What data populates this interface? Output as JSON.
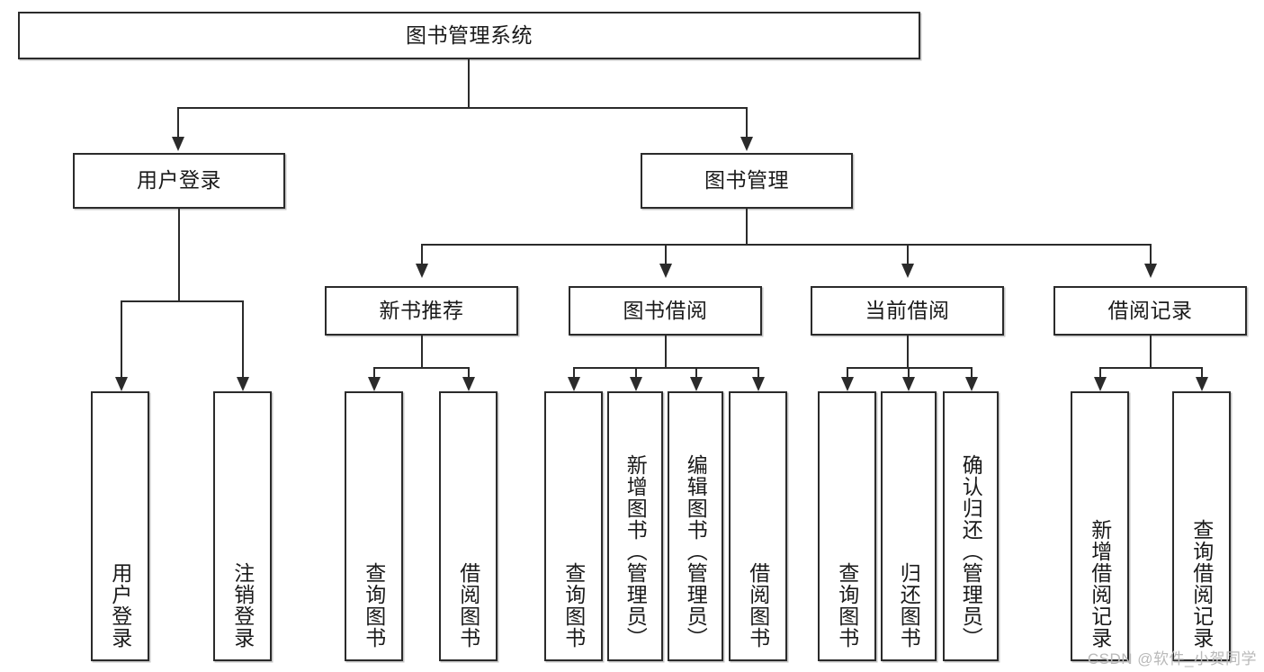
{
  "diagram": {
    "type": "tree",
    "title": "图书管理系统",
    "root": {
      "label": "图书管理系统"
    },
    "level1": [
      {
        "label": "用户登录"
      },
      {
        "label": "图书管理"
      }
    ],
    "level2": [
      {
        "label": "新书推荐"
      },
      {
        "label": "图书借阅"
      },
      {
        "label": "当前借阅"
      },
      {
        "label": "借阅记录"
      }
    ],
    "leaves": {
      "user_login": [
        {
          "label": "用户登录"
        },
        {
          "label": "注销登录"
        }
      ],
      "new_book_recommend": [
        {
          "label": "查询图书"
        },
        {
          "label": "借阅图书"
        }
      ],
      "book_borrow": [
        {
          "label": "查询图书"
        },
        {
          "label": "新增图书（管理员）"
        },
        {
          "label": "编辑图书（管理员）"
        },
        {
          "label": "借阅图书"
        }
      ],
      "current_borrow": [
        {
          "label": "查询图书"
        },
        {
          "label": "归还图书"
        },
        {
          "label": "确认归还（管理员）"
        }
      ],
      "borrow_record": [
        {
          "label": "新增借阅记录"
        },
        {
          "label": "查询借阅记录"
        }
      ]
    }
  },
  "watermark": {
    "text": "CSDN @软件_小贺同学"
  },
  "colors": {
    "border": "#2b2b2b",
    "background": "#ffffff",
    "text": "#1a1a1a",
    "watermark": "#b9b9b9"
  }
}
